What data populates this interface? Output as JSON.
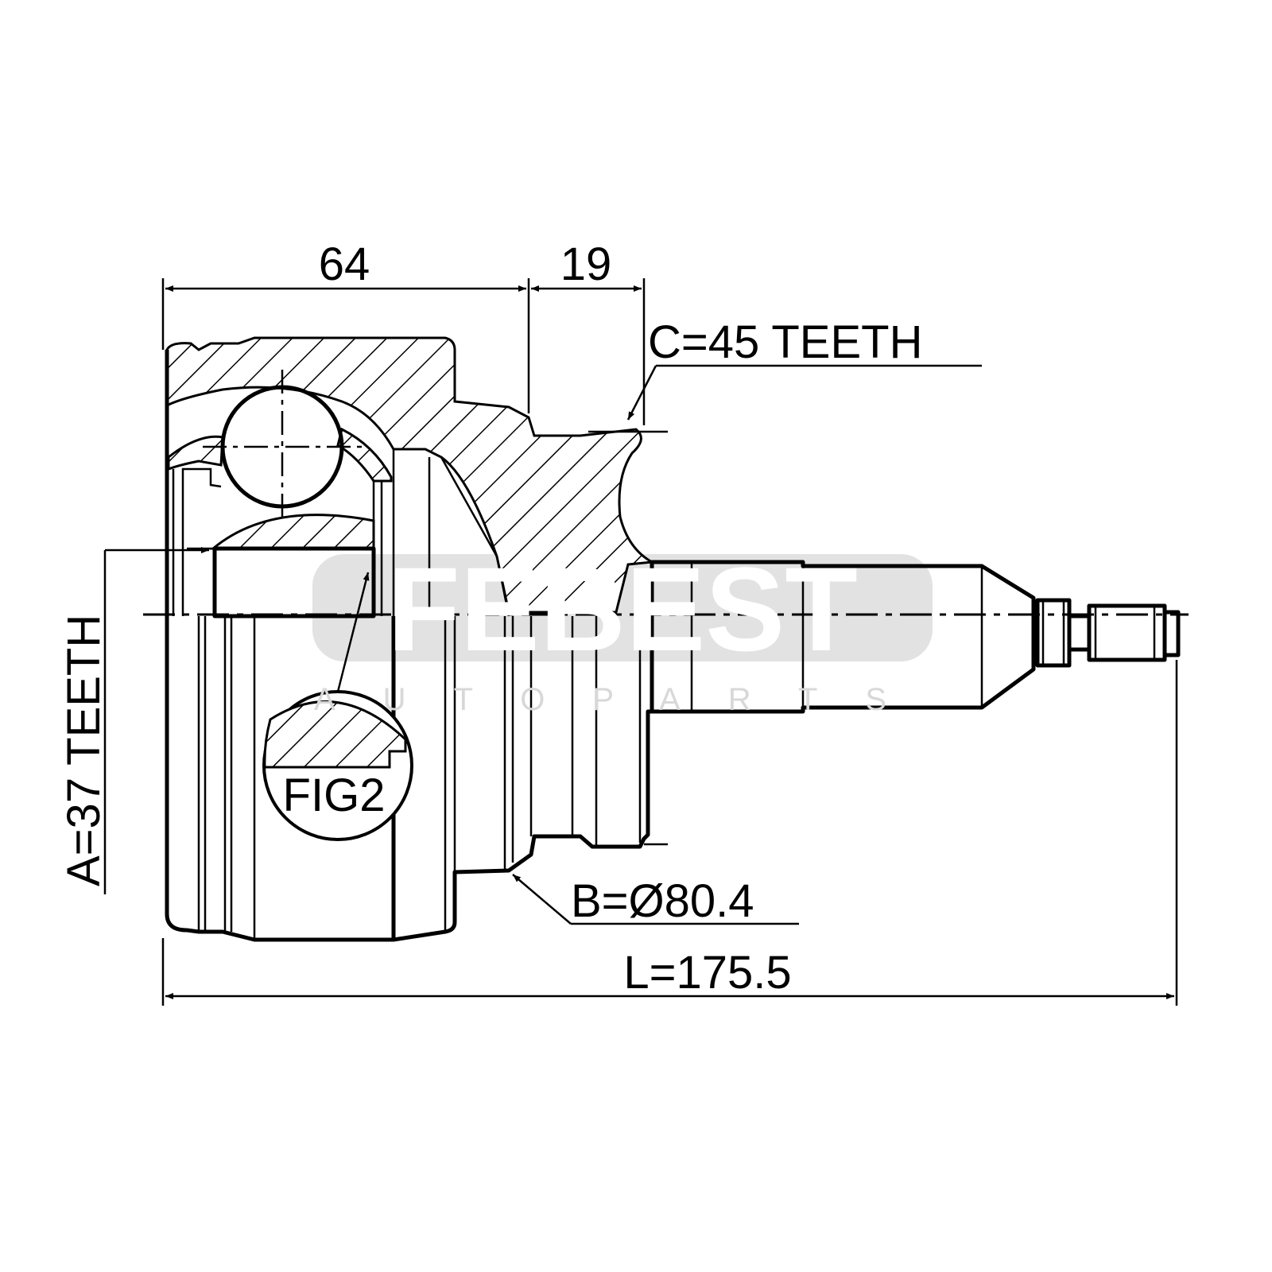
{
  "dimensions": {
    "width_64": "64",
    "width_19": "19",
    "c_teeth": "C=45 TEETH",
    "a_teeth": "A=37 TEETH",
    "b_diameter": "B=Ø80.4",
    "length": "L=175.5",
    "fig_label": "FIG2"
  },
  "watermark": {
    "brand": "FEBEST",
    "tagline": "AUTOPARTS"
  }
}
